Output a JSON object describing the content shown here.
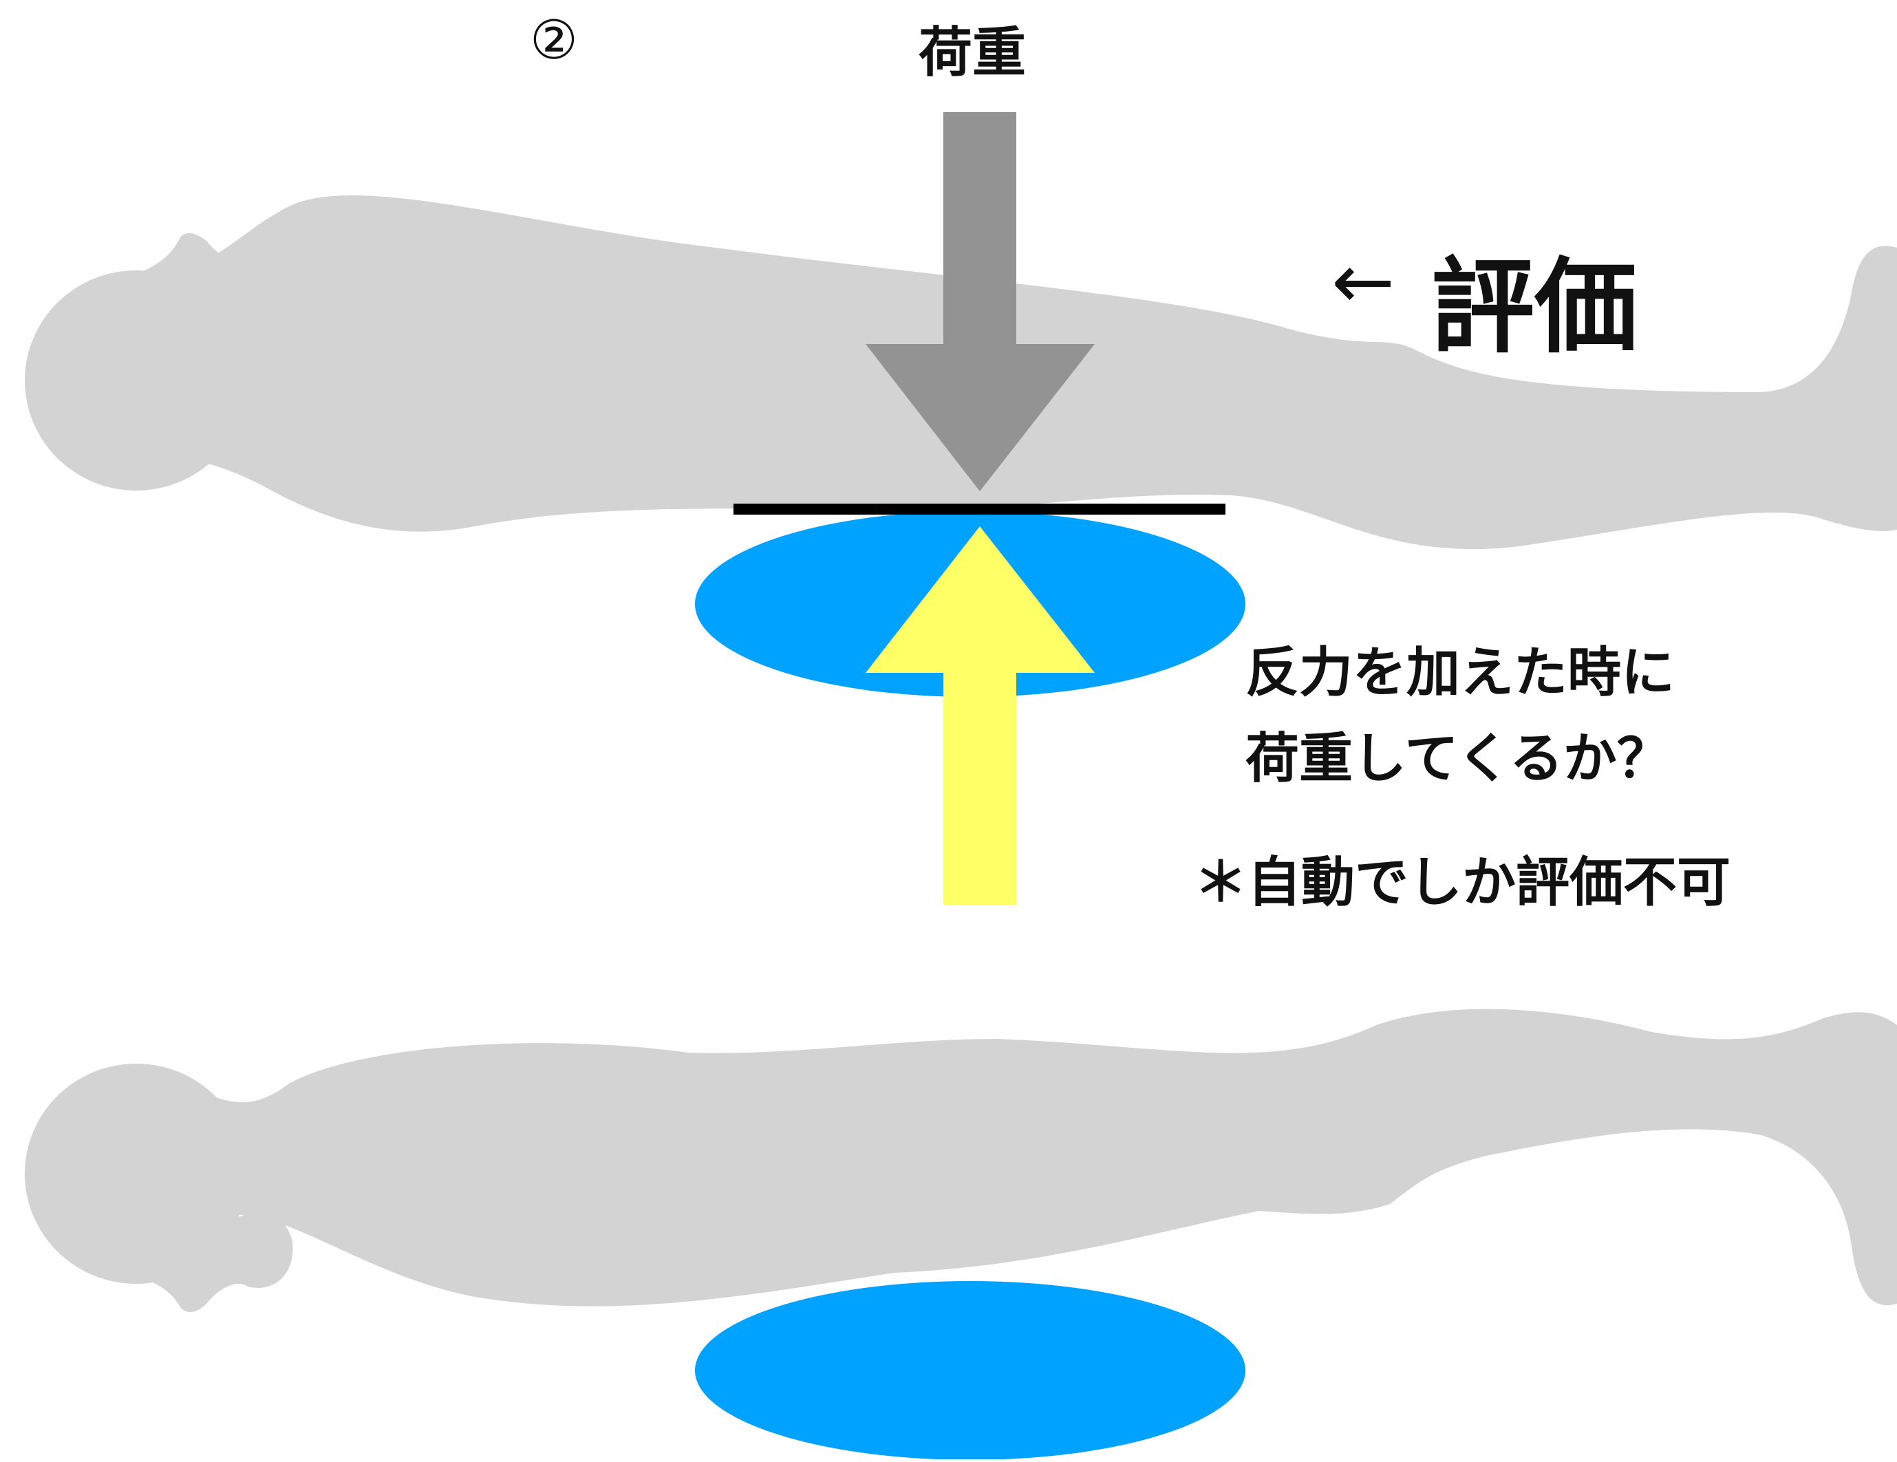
{
  "labels": {
    "step": "②",
    "load": "荷重",
    "eval_arrow": "←",
    "eval": "評価",
    "question_line1": "反力を加えた時に",
    "question_line2": "荷重してくるか？",
    "note": "＊自動でしか評価不可"
  },
  "colors": {
    "body_silhouette": "#d3d3d3",
    "load_arrow": "#939393",
    "reaction_arrow": "#ffff66",
    "support_ellipse": "#00a2ff",
    "contact_line": "#000000",
    "text": "#111111"
  },
  "figures": [
    {
      "name": "upper-body-silhouette",
      "orientation": "face-up",
      "has_support": true,
      "has_load_arrow": true
    },
    {
      "name": "lower-body-silhouette",
      "orientation": "face-down",
      "has_support": true,
      "has_load_arrow": false
    }
  ]
}
